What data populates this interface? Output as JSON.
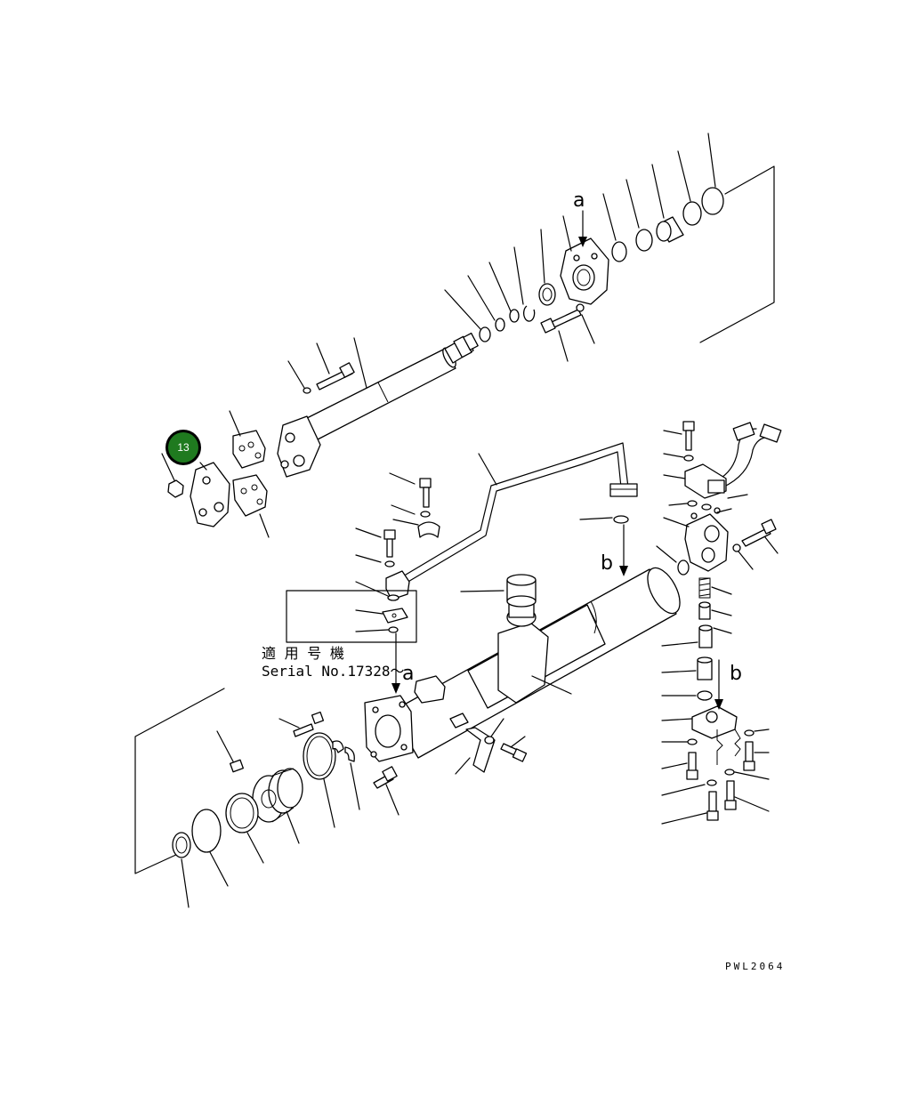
{
  "diagram": {
    "callout_badge": {
      "label": "13",
      "color": "#1f7a1f"
    },
    "marker_a": "a",
    "marker_b": "b",
    "applicability_label": "適 用 号 機",
    "serial_label": "Serial No.17328～",
    "drawing_code": "PWL2064"
  }
}
